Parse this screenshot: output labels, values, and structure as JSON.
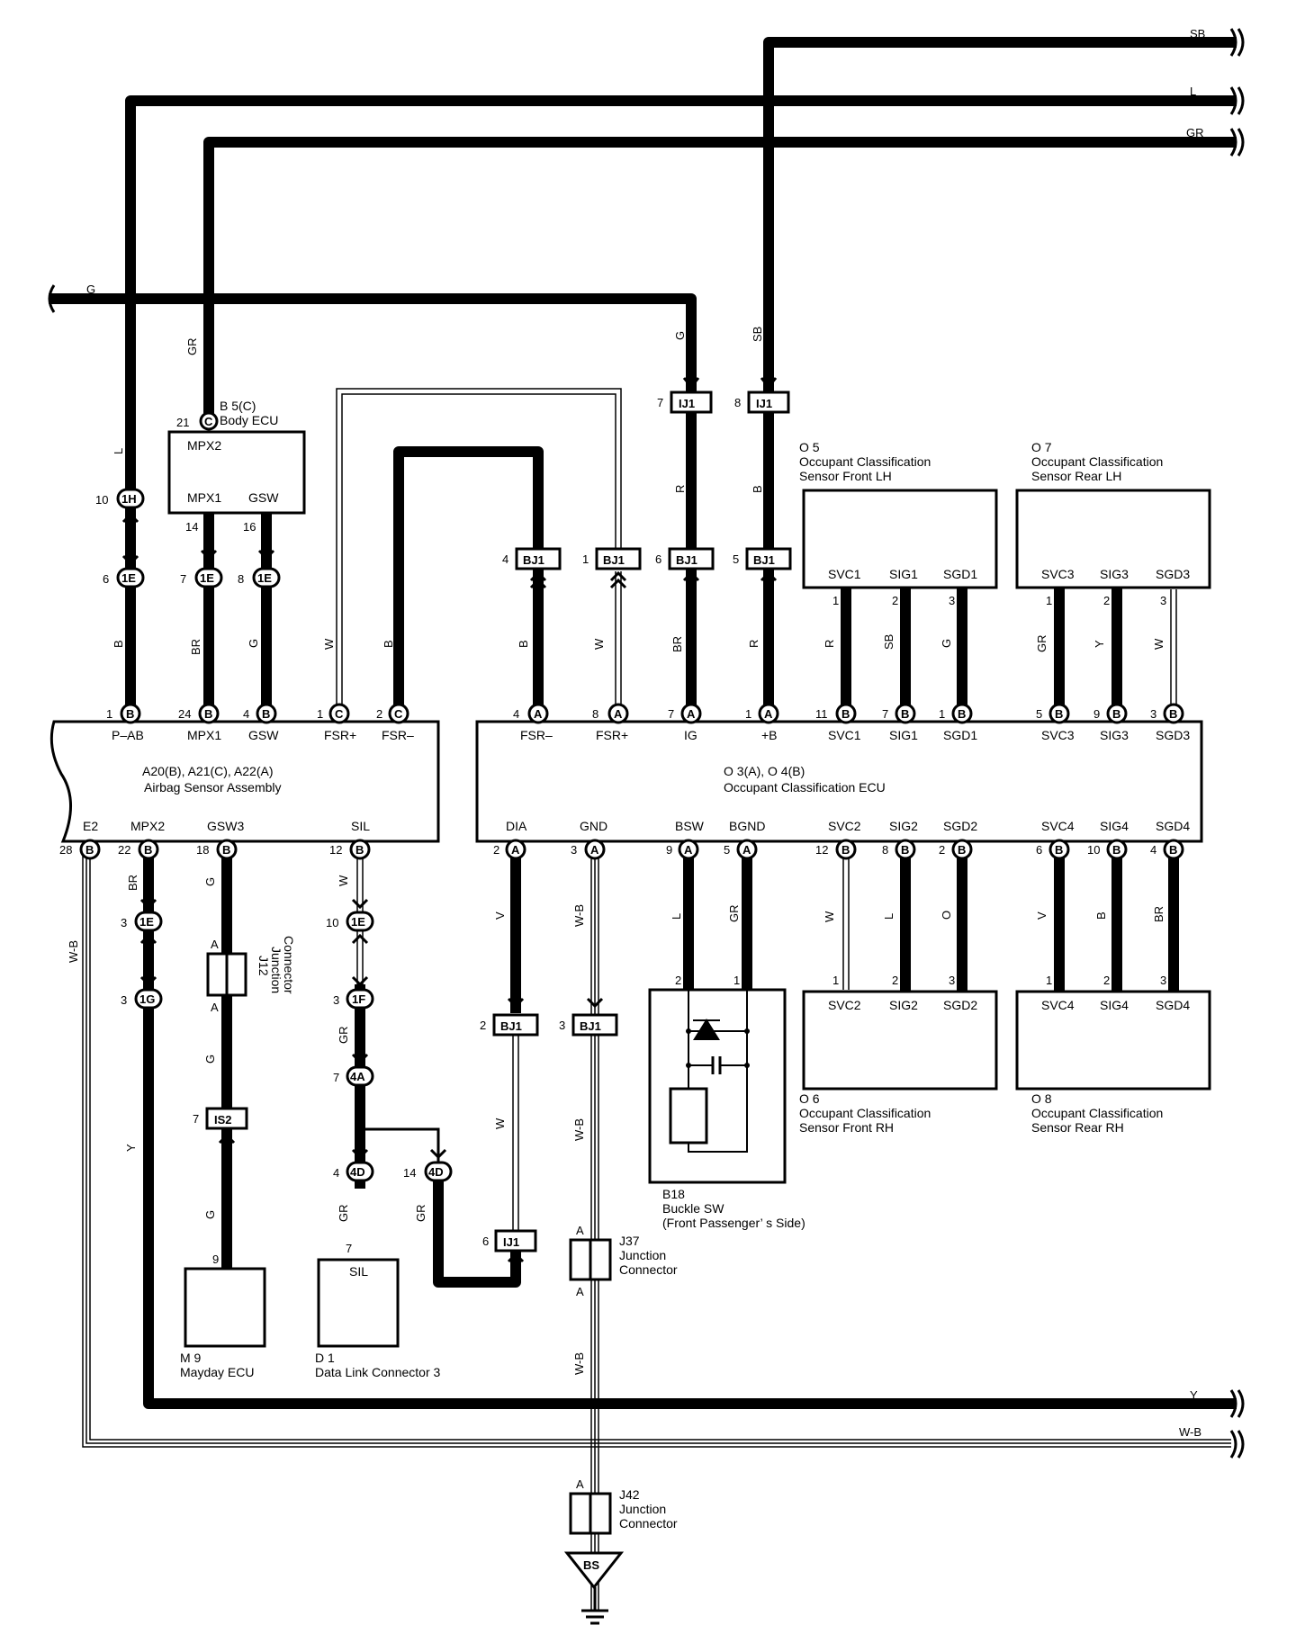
{
  "wire_colors": {
    "SB": "SB",
    "L": "L",
    "GR": "GR",
    "G": "G",
    "B": "B",
    "BR": "BR",
    "W": "W",
    "R": "R",
    "Y": "Y",
    "V": "V",
    "O": "O",
    "WB": "W-B"
  },
  "connectors": {
    "1H": "1H",
    "1E": "1E",
    "1F": "1F",
    "1G": "1G",
    "4A": "4A",
    "4D": "4D",
    "BJ1": "BJ1",
    "IJ1": "IJ1",
    "IS2": "IS2",
    "A": "A",
    "B": "B",
    "C": "C",
    "BS": "BS"
  },
  "pins": {
    "p1": "1",
    "p2": "2",
    "p3": "3",
    "p4": "4",
    "p5": "5",
    "p6": "6",
    "p7": "7",
    "p8": "8",
    "p9": "9",
    "p10": "10",
    "p11": "11",
    "p12": "12",
    "p14": "14",
    "p16": "16",
    "p18": "18",
    "p21": "21",
    "p22": "22",
    "p24": "24",
    "p28": "28"
  },
  "body_ecu": {
    "code": "B 5(C)",
    "name": "Body ECU",
    "t_mpx2": "MPX2",
    "t_mpx1": "MPX1",
    "t_gsw": "GSW"
  },
  "airbag": {
    "code": "A20(B), A21(C), A22(A)",
    "name": "Airbag Sensor Assembly",
    "t_pab": "P–AB",
    "t_mpx1": "MPX1",
    "t_gsw": "GSW",
    "t_fsrp": "FSR+",
    "t_fsrm": "FSR–",
    "t_e2": "E2",
    "t_mpx2": "MPX2",
    "t_gsw3": "GSW3",
    "t_sil": "SIL"
  },
  "occ_ecu": {
    "code": "O 3(A), O 4(B)",
    "name": "Occupant Classification ECU",
    "t_fsrm": "FSR–",
    "t_fsrp": "FSR+",
    "t_ig": "IG",
    "t_b": "+B",
    "t_svc1": "SVC1",
    "t_sig1": "SIG1",
    "t_sgd1": "SGD1",
    "t_svc3": "SVC3",
    "t_sig3": "SIG3",
    "t_sgd3": "SGD3",
    "t_dia": "DIA",
    "t_gnd": "GND",
    "t_bsw": "BSW",
    "t_bgnd": "BGND",
    "t_svc2": "SVC2",
    "t_sig2": "SIG2",
    "t_sgd2": "SGD2",
    "t_svc4": "SVC4",
    "t_sig4": "SIG4",
    "t_sgd4": "SGD4"
  },
  "sensors": {
    "o5": {
      "code": "O 5",
      "l1": "Occupant Classification",
      "l2": "Sensor Front LH",
      "t1": "SVC1",
      "t2": "SIG1",
      "t3": "SGD1"
    },
    "o7": {
      "code": "O 7",
      "l1": "Occupant Classification",
      "l2": "Sensor Rear LH",
      "t1": "SVC3",
      "t2": "SIG3",
      "t3": "SGD3"
    },
    "o6": {
      "code": "O 6",
      "l1": "Occupant Classification",
      "l2": "Sensor Front RH",
      "t1": "SVC2",
      "t2": "SIG2",
      "t3": "SGD2"
    },
    "o8": {
      "code": "O 8",
      "l1": "Occupant Classification",
      "l2": "Sensor Rear RH",
      "t1": "SVC4",
      "t2": "SIG4",
      "t3": "SGD4"
    }
  },
  "j12": {
    "code": "J12",
    "name1": "Junction",
    "name2": "Connector"
  },
  "j37": {
    "code": "J37",
    "name1": "Junction",
    "name2": "Connector"
  },
  "j42": {
    "code": "J42",
    "name1": "Junction",
    "name2": "Connector"
  },
  "mayday": {
    "code": "M 9",
    "name": "Mayday ECU"
  },
  "dlc": {
    "code": "D 1",
    "name": "Data Link Connector 3",
    "t_sil": "SIL"
  },
  "buckle": {
    "code": "B18",
    "name": "Buckle SW",
    "sub": "(Front Passenger’ s Side)"
  }
}
